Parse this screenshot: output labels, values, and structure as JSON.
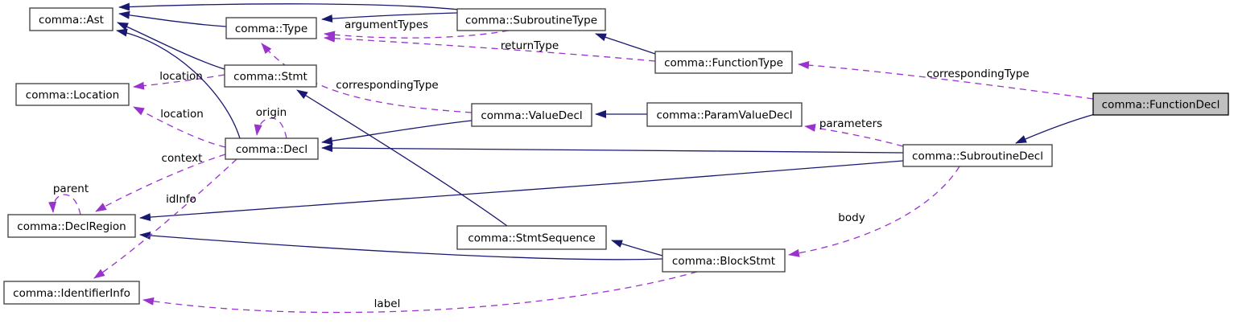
{
  "diagram": {
    "type": "class-collaboration-diagram",
    "colors": {
      "background": "#ffffff",
      "inheritance_edge": "#191970",
      "usage_edge": "#9a32cd",
      "node_fill": "#ffffff",
      "node_border": "#3c3c3c",
      "highlighted_node_fill": "#c0c0c0",
      "text": "#000000"
    },
    "nodes": {
      "ast": {
        "label": "comma::Ast"
      },
      "type": {
        "label": "comma::Type"
      },
      "subroutine_type": {
        "label": "comma::SubroutineType"
      },
      "function_type": {
        "label": "comma::FunctionType"
      },
      "location": {
        "label": "comma::Location"
      },
      "stmt": {
        "label": "comma::Stmt"
      },
      "value_decl": {
        "label": "comma::ValueDecl"
      },
      "param_value_decl": {
        "label": "comma::ParamValueDecl"
      },
      "function_decl": {
        "label": "comma::FunctionDecl",
        "highlighted": true
      },
      "decl": {
        "label": "comma::Decl"
      },
      "subroutine_decl": {
        "label": "comma::SubroutineDecl"
      },
      "decl_region": {
        "label": "comma::DeclRegion"
      },
      "stmt_sequence": {
        "label": "comma::StmtSequence"
      },
      "block_stmt": {
        "label": "comma::BlockStmt"
      },
      "identifier_info": {
        "label": "comma::IdentifierInfo"
      }
    },
    "edge_labels": {
      "argument_types": "argumentTypes",
      "return_type": "returnType",
      "corresponding_type_value": "correspondingType",
      "corresponding_type_function": "correspondingType",
      "location_stmt": "location",
      "location_decl": "location",
      "origin": "origin",
      "context": "context",
      "parent": "parent",
      "id_info": "idInfo",
      "parameters": "parameters",
      "body": "body",
      "block_label": "label"
    },
    "edges": [
      {
        "from": "comma::Type",
        "to": "comma::Ast",
        "kind": "inheritance"
      },
      {
        "from": "comma::SubroutineType",
        "to": "comma::Ast",
        "kind": "inheritance"
      },
      {
        "from": "comma::SubroutineType",
        "to": "comma::Type",
        "kind": "inheritance"
      },
      {
        "from": "comma::Stmt",
        "to": "comma::Ast",
        "kind": "inheritance"
      },
      {
        "from": "comma::Decl",
        "to": "comma::Ast",
        "kind": "inheritance"
      },
      {
        "from": "comma::FunctionType",
        "to": "comma::SubroutineType",
        "kind": "inheritance"
      },
      {
        "from": "comma::ValueDecl",
        "to": "comma::Decl",
        "kind": "inheritance"
      },
      {
        "from": "comma::ParamValueDecl",
        "to": "comma::ValueDecl",
        "kind": "inheritance"
      },
      {
        "from": "comma::SubroutineDecl",
        "to": "comma::Decl",
        "kind": "inheritance"
      },
      {
        "from": "comma::SubroutineDecl",
        "to": "comma::DeclRegion",
        "kind": "inheritance"
      },
      {
        "from": "comma::FunctionDecl",
        "to": "comma::SubroutineDecl",
        "kind": "inheritance"
      },
      {
        "from": "comma::StmtSequence",
        "to": "comma::Stmt",
        "kind": "inheritance"
      },
      {
        "from": "comma::BlockStmt",
        "to": "comma::StmtSequence",
        "kind": "inheritance"
      },
      {
        "from": "comma::BlockStmt",
        "to": "comma::DeclRegion",
        "kind": "inheritance"
      },
      {
        "from": "comma::SubroutineType",
        "to": "comma::Type",
        "kind": "usage",
        "label": "argumentTypes"
      },
      {
        "from": "comma::FunctionType",
        "to": "comma::Type",
        "kind": "usage",
        "label": "returnType"
      },
      {
        "from": "comma::ValueDecl",
        "to": "comma::Type",
        "kind": "usage",
        "label": "correspondingType"
      },
      {
        "from": "comma::FunctionDecl",
        "to": "comma::FunctionType",
        "kind": "usage",
        "label": "correspondingType"
      },
      {
        "from": "comma::Stmt",
        "to": "comma::Location",
        "kind": "usage",
        "label": "location"
      },
      {
        "from": "comma::Decl",
        "to": "comma::Location",
        "kind": "usage",
        "label": "location"
      },
      {
        "from": "comma::Decl",
        "to": "comma::Decl",
        "kind": "usage",
        "label": "origin"
      },
      {
        "from": "comma::Decl",
        "to": "comma::DeclRegion",
        "kind": "usage",
        "label": "context"
      },
      {
        "from": "comma::DeclRegion",
        "to": "comma::DeclRegion",
        "kind": "usage",
        "label": "parent"
      },
      {
        "from": "comma::Decl",
        "to": "comma::IdentifierInfo",
        "kind": "usage",
        "label": "idInfo"
      },
      {
        "from": "comma::SubroutineDecl",
        "to": "comma::ParamValueDecl",
        "kind": "usage",
        "label": "parameters"
      },
      {
        "from": "comma::SubroutineDecl",
        "to": "comma::BlockStmt",
        "kind": "usage",
        "label": "body"
      },
      {
        "from": "comma::BlockStmt",
        "to": "comma::IdentifierInfo",
        "kind": "usage",
        "label": "label"
      }
    ]
  }
}
